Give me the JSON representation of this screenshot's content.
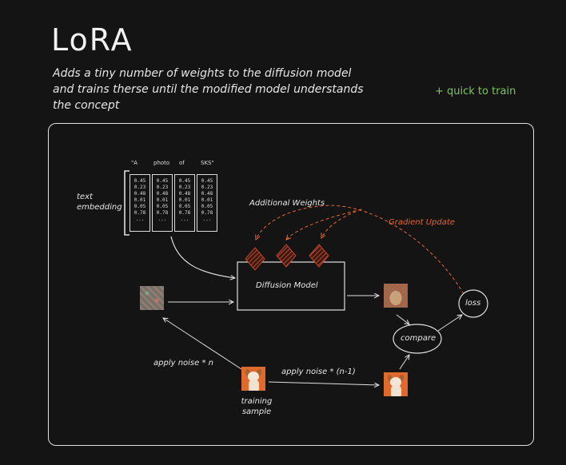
{
  "title": "LoRA",
  "subtitle_lines": [
    "Adds a tiny number of weights to the diffusion model",
    "and trains therse until the modified model understands",
    "the concept"
  ],
  "quick_to_train": "+ quick to train",
  "diagram": {
    "text_embedding_lines": [
      "text",
      "embedding"
    ],
    "tokens": [
      "\"A",
      "photo",
      "of",
      "SKS\""
    ],
    "embedding_values": [
      "0.45",
      "0.23",
      "0.48",
      "0.01",
      "0.05",
      "0.78",
      "..."
    ],
    "additional_weights": "Additional Weights",
    "gradient_update": "Gradient Update",
    "diffusion_model": "Diffusion Model",
    "loss": "loss",
    "compare": "compare",
    "apply_noise_n": "apply noise * n",
    "apply_noise_n1": "apply noise * (n-1)",
    "training_sample_lines": [
      "training",
      "sample"
    ],
    "colors": {
      "background": "#141414",
      "accent_green": "#79c85a",
      "accent_orange": "#e5662f",
      "stroke": "#e0e0e0"
    }
  }
}
